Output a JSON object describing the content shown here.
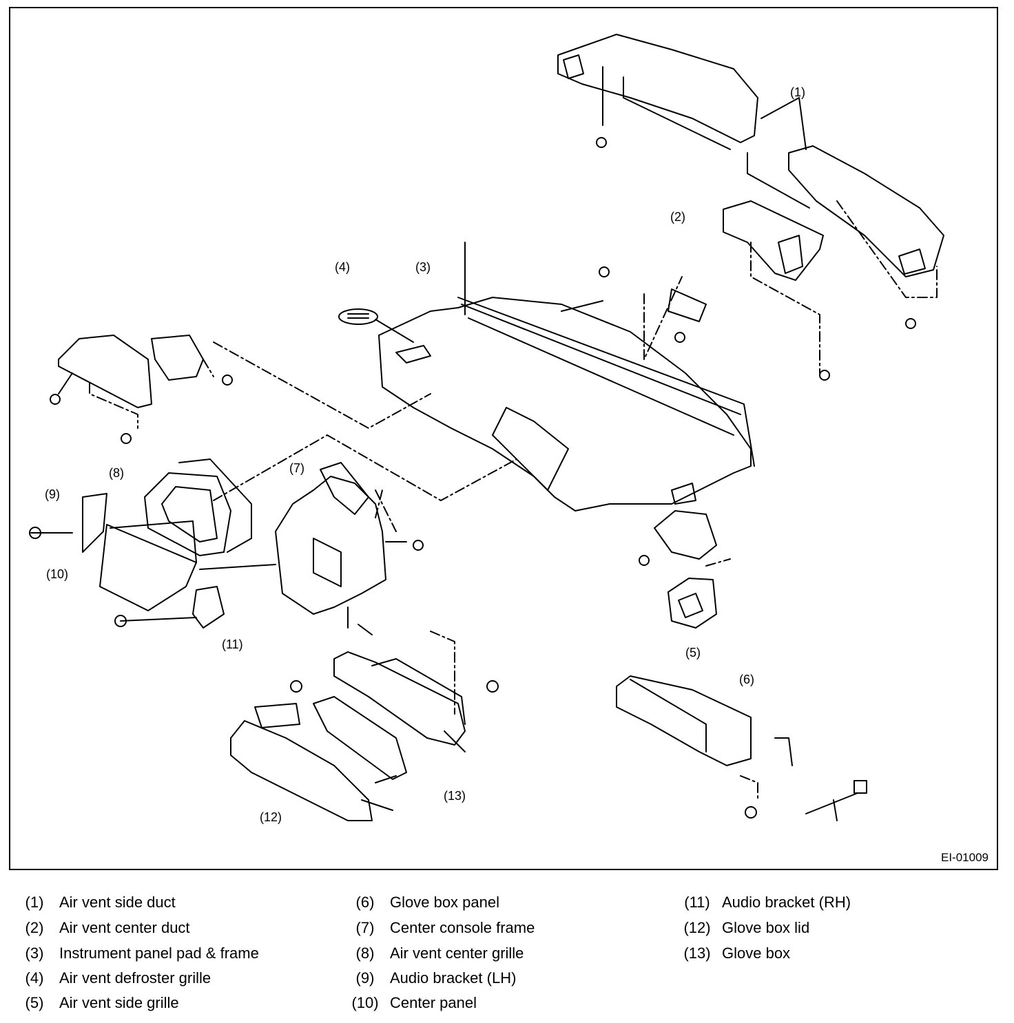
{
  "figure_code": "EI-01009",
  "callouts": [
    "(1)",
    "(2)",
    "(3)",
    "(4)",
    "(5)",
    "(6)",
    "(7)",
    "(8)",
    "(9)",
    "(10)",
    "(11)",
    "(12)",
    "(13)"
  ],
  "legend": [
    {
      "num": "(1)",
      "name": "Air vent side duct"
    },
    {
      "num": "(2)",
      "name": "Air vent center duct"
    },
    {
      "num": "(3)",
      "name": "Instrument panel pad & frame"
    },
    {
      "num": "(4)",
      "name": "Air vent defroster grille"
    },
    {
      "num": "(5)",
      "name": "Air vent side grille"
    },
    {
      "num": "(6)",
      "name": "Glove box panel"
    },
    {
      "num": "(7)",
      "name": "Center console frame"
    },
    {
      "num": "(8)",
      "name": "Air vent center grille"
    },
    {
      "num": "(9)",
      "name": "Audio bracket (LH)"
    },
    {
      "num": "(10)",
      "name": "Center panel"
    },
    {
      "num": "(11)",
      "name": "Audio bracket (RH)"
    },
    {
      "num": "(12)",
      "name": "Glove box lid"
    },
    {
      "num": "(13)",
      "name": "Glove box"
    }
  ]
}
